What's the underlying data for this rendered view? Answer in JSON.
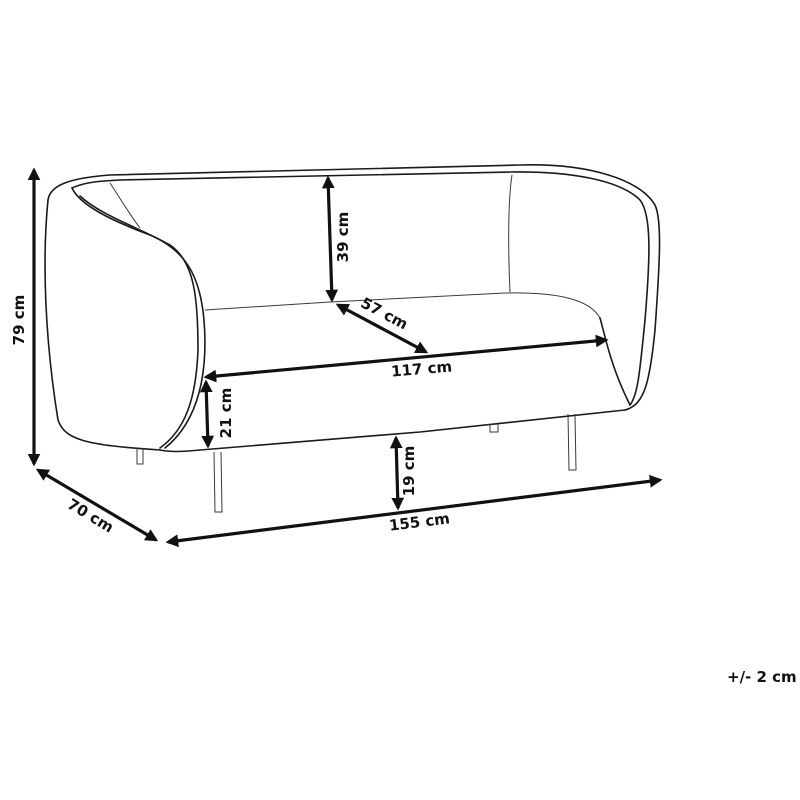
{
  "diagram": {
    "type": "product-dimension-drawing",
    "subject": "two-seater sofa",
    "dimensions": {
      "total_height": "79 cm",
      "depth": "70 cm",
      "total_width": "155 cm",
      "backrest_height": "39 cm",
      "seat_depth": "57 cm",
      "seat_width": "117 cm",
      "seat_thickness": "21 cm",
      "leg_height": "19 cm"
    },
    "tolerance": "+/- 2 cm"
  }
}
